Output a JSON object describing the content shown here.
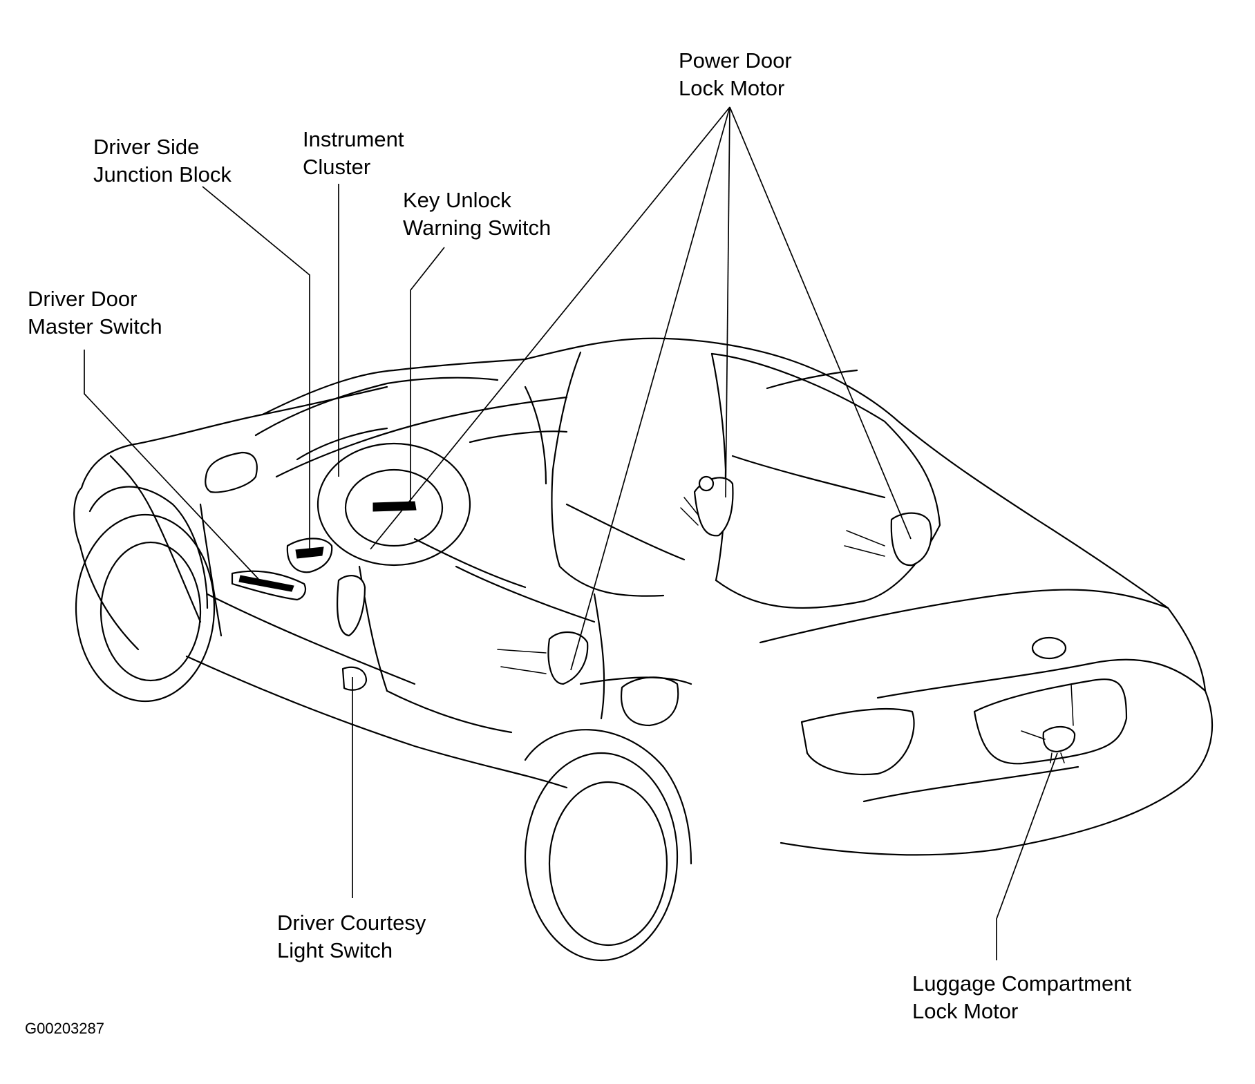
{
  "labels": {
    "power_door_lock_motor": [
      "Power Door",
      "Lock Motor"
    ],
    "instrument_cluster": [
      "Instrument",
      "Cluster"
    ],
    "driver_side_junction_block": [
      "Driver Side",
      "Junction Block"
    ],
    "key_unlock_warning_switch": [
      "Key Unlock",
      "Warning Switch"
    ],
    "driver_door_master_switch": [
      "Driver Door",
      "Master Switch"
    ],
    "driver_courtesy_light_switch": [
      "Driver Courtesy",
      "Light Switch"
    ],
    "luggage_compartment_lock_motor": [
      "Luggage Compartment",
      "Lock Motor"
    ]
  },
  "figure_code": "G00203287"
}
